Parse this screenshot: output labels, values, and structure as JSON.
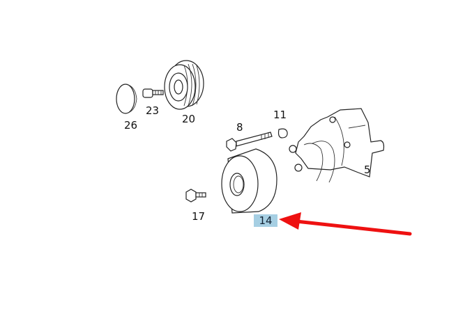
{
  "diagram": {
    "parts": [
      {
        "id": "26",
        "label": "26"
      },
      {
        "id": "23",
        "label": "23"
      },
      {
        "id": "20",
        "label": "20"
      },
      {
        "id": "8",
        "label": "8"
      },
      {
        "id": "11",
        "label": "11"
      },
      {
        "id": "5",
        "label": "5"
      },
      {
        "id": "17",
        "label": "17"
      },
      {
        "id": "14",
        "label": "14"
      }
    ],
    "highlighted_part": "14",
    "colors": {
      "highlight": "#a6cfe3",
      "arrow": "#ee1111"
    }
  }
}
